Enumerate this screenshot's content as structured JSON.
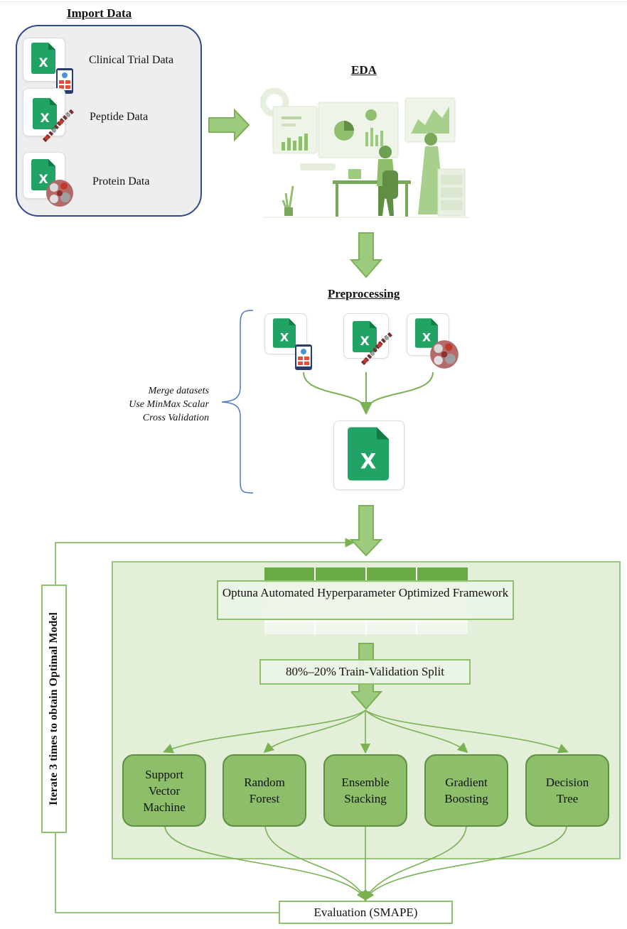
{
  "import": {
    "title": "Import Data",
    "sources": [
      {
        "label": "Clinical Trial Data",
        "icon": "excel-icon"
      },
      {
        "label": "Peptide Data",
        "icon": "excel-icon"
      },
      {
        "label": "Protein Data",
        "icon": "excel-icon"
      }
    ]
  },
  "eda": {
    "title": "EDA"
  },
  "preprocessing": {
    "title": "Preprocessing",
    "notes": [
      "Merge datasets",
      "Use MinMax Scalar",
      "Cross Validation"
    ]
  },
  "modeling": {
    "optuna_label": "Optuna Automated Hyperparameter Optimized Framework",
    "split_label": "80%–20% Train-Validation Split",
    "models": [
      "Support Vector Machine",
      "Random Forest",
      "Ensemble Stacking",
      "Gradient Boosting",
      "Decision Tree"
    ],
    "evaluation_label": "Evaluation (SMAPE)",
    "iterate_label": "Iterate 3 times to obtain Optimal Model"
  },
  "colors": {
    "excel_green": "#21a366",
    "excel_dark": "#107c41",
    "flow_green": "#8dbf6b",
    "panel_green": "#e3efd9",
    "import_border": "#2f4a8a",
    "bracket_blue": "#4a7ac0"
  }
}
